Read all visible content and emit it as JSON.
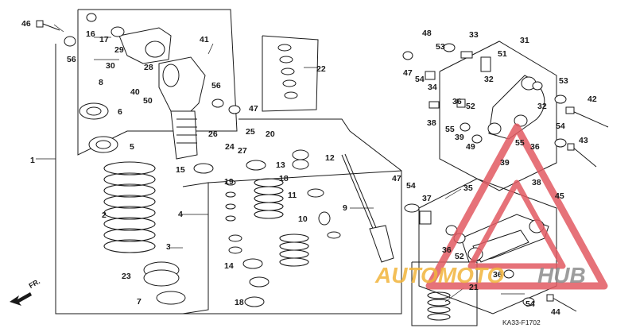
{
  "diagram": {
    "code": "KA33-F1702",
    "direction_label": "FR.",
    "watermark": {
      "part1": "AUTOMOTO",
      "part2": "HUB"
    },
    "colors": {
      "line": "#1a1a1a",
      "watermark_triangle": "#e25a62",
      "watermark_accent": "#f1b43c",
      "watermark_text2": "#8c8c8c"
    },
    "parts": [
      {
        "id": "p46",
        "n": "46"
      },
      {
        "id": "p16",
        "n": "16"
      },
      {
        "id": "p17",
        "n": "17"
      },
      {
        "id": "p29",
        "n": "29"
      },
      {
        "id": "p56a",
        "n": "56"
      },
      {
        "id": "p30",
        "n": "30"
      },
      {
        "id": "p8",
        "n": "8"
      },
      {
        "id": "p28",
        "n": "28"
      },
      {
        "id": "p40",
        "n": "40"
      },
      {
        "id": "p50",
        "n": "50"
      },
      {
        "id": "p41",
        "n": "41"
      },
      {
        "id": "p22",
        "n": "22"
      },
      {
        "id": "p56b",
        "n": "56"
      },
      {
        "id": "p47a",
        "n": "47"
      },
      {
        "id": "p26",
        "n": "26"
      },
      {
        "id": "p25",
        "n": "25"
      },
      {
        "id": "p20",
        "n": "20"
      },
      {
        "id": "p24",
        "n": "24"
      },
      {
        "id": "p27",
        "n": "27"
      },
      {
        "id": "p6",
        "n": "6"
      },
      {
        "id": "p5",
        "n": "5"
      },
      {
        "id": "p1",
        "n": "1"
      },
      {
        "id": "p15",
        "n": "15"
      },
      {
        "id": "p13",
        "n": "13"
      },
      {
        "id": "p12",
        "n": "12"
      },
      {
        "id": "p19",
        "n": "19"
      },
      {
        "id": "p18a",
        "n": "18"
      },
      {
        "id": "p11",
        "n": "11"
      },
      {
        "id": "p9",
        "n": "9"
      },
      {
        "id": "p10",
        "n": "10"
      },
      {
        "id": "p2",
        "n": "2"
      },
      {
        "id": "p4",
        "n": "4"
      },
      {
        "id": "p3",
        "n": "3"
      },
      {
        "id": "p14",
        "n": "14"
      },
      {
        "id": "p23",
        "n": "23"
      },
      {
        "id": "p7",
        "n": "7"
      },
      {
        "id": "p18b",
        "n": "18"
      },
      {
        "id": "p48",
        "n": "48"
      },
      {
        "id": "p33",
        "n": "33"
      },
      {
        "id": "p53a",
        "n": "53"
      },
      {
        "id": "p31",
        "n": "31"
      },
      {
        "id": "p47b",
        "n": "47"
      },
      {
        "id": "p54a",
        "n": "54"
      },
      {
        "id": "p51",
        "n": "51"
      },
      {
        "id": "p34",
        "n": "34"
      },
      {
        "id": "p32a",
        "n": "32"
      },
      {
        "id": "p53b",
        "n": "53"
      },
      {
        "id": "p42",
        "n": "42"
      },
      {
        "id": "p36a",
        "n": "36"
      },
      {
        "id": "p52a",
        "n": "52"
      },
      {
        "id": "p32b",
        "n": "32"
      },
      {
        "id": "p38a",
        "n": "38"
      },
      {
        "id": "p55a",
        "n": "55"
      },
      {
        "id": "p39a",
        "n": "39"
      },
      {
        "id": "p49",
        "n": "49"
      },
      {
        "id": "p55b",
        "n": "55"
      },
      {
        "id": "p36b",
        "n": "36"
      },
      {
        "id": "p54b",
        "n": "54"
      },
      {
        "id": "p43",
        "n": "43"
      },
      {
        "id": "p39b",
        "n": "39"
      },
      {
        "id": "p38b",
        "n": "38"
      },
      {
        "id": "p47c",
        "n": "47"
      },
      {
        "id": "p54c",
        "n": "54"
      },
      {
        "id": "p37",
        "n": "37"
      },
      {
        "id": "p35",
        "n": "35"
      },
      {
        "id": "p45",
        "n": "45"
      },
      {
        "id": "p36c",
        "n": "36"
      },
      {
        "id": "p52b",
        "n": "52"
      },
      {
        "id": "p36d",
        "n": "36"
      },
      {
        "id": "p21",
        "n": "21"
      },
      {
        "id": "p54d",
        "n": "54"
      },
      {
        "id": "p44",
        "n": "44"
      }
    ]
  }
}
